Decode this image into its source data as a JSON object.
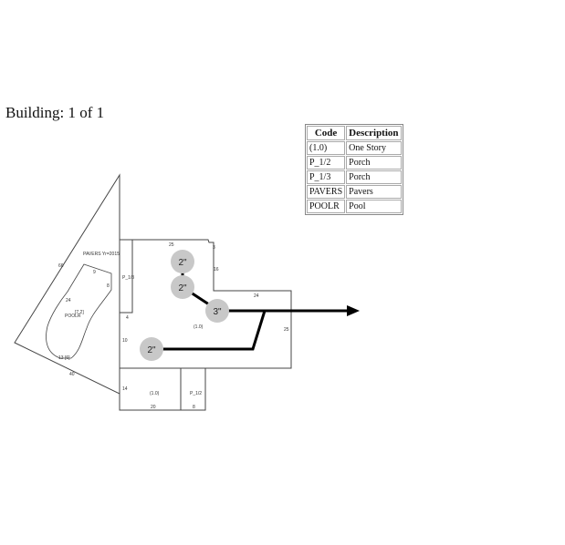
{
  "header": {
    "title": "Building: 1 of 1"
  },
  "legend": {
    "columns": [
      "Code",
      "Description"
    ],
    "rows": [
      {
        "code": "(1.0)",
        "description": "One Story"
      },
      {
        "code": "P_1/2",
        "description": "Porch"
      },
      {
        "code": "P_1/3",
        "description": "Porch"
      },
      {
        "code": "PAVERS",
        "description": "Pavers"
      },
      {
        "code": "POOLR",
        "description": "Pool"
      }
    ]
  },
  "sketch": {
    "area_labels": {
      "pavers": "PAVERS Yr=2015",
      "pool": "POOLR",
      "pool_tag": "[7,2]",
      "porch_13": "P_1/3",
      "porch_13_dim": "4",
      "main": "(1.0)",
      "lower": "(1.0)",
      "porch_12": "P_1/2"
    },
    "dimensions": {
      "pavers_hyp": "66",
      "pavers_bottom": "40",
      "pool_top": "9",
      "pool_right": "8",
      "pool_left": "24",
      "pool_bottom": "13 [6]",
      "main_top": "25",
      "main_notch": "3",
      "main_right_upper": "16",
      "main_step": "24",
      "main_right": "25",
      "main_left": "10",
      "porch13_bottom": "4",
      "lower_left": "14",
      "lower_bottom": "20",
      "porch12_bottom": "8"
    },
    "markers": [
      {
        "label": "2\""
      },
      {
        "label": "2\""
      },
      {
        "label": "3\""
      },
      {
        "label": "2\""
      }
    ],
    "colors": {
      "line": "#333333",
      "pipe": "#000000",
      "marker": "#c8c8c8"
    }
  }
}
